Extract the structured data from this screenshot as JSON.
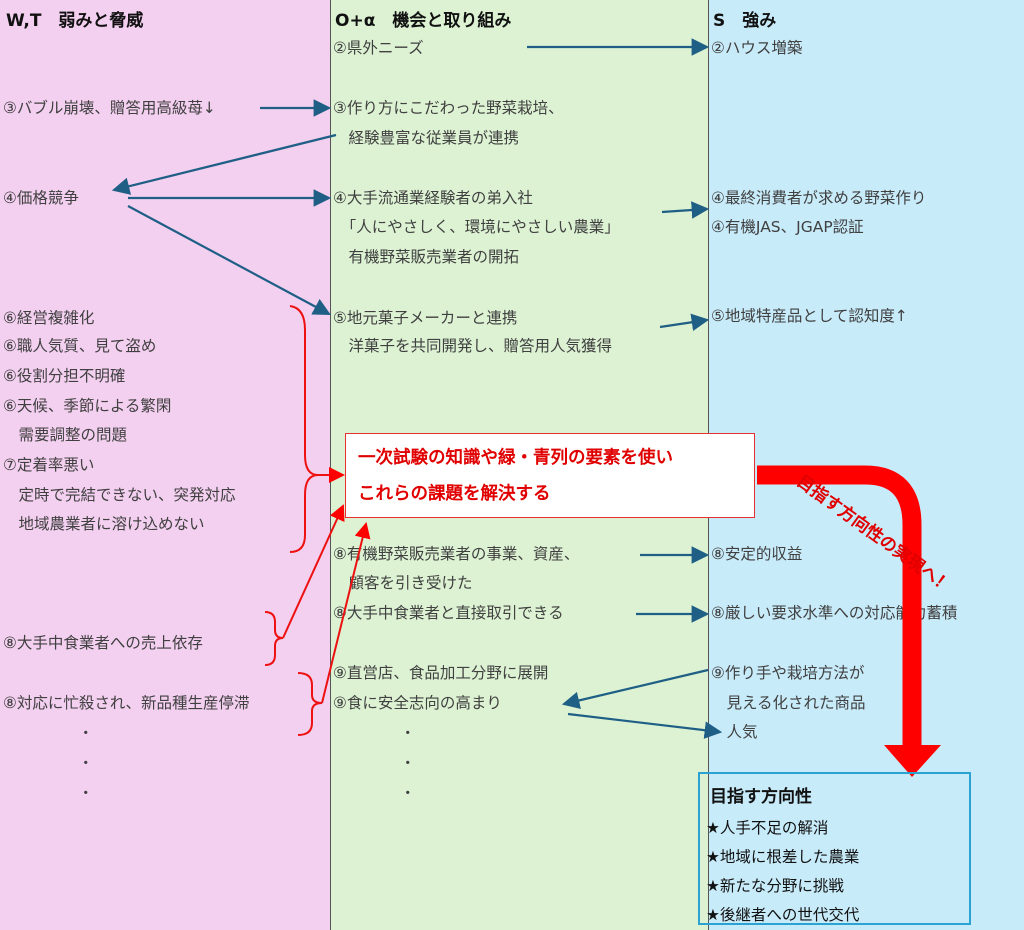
{
  "columns": {
    "wt": {
      "title": "W,T　弱みと脅威",
      "color": "#f3cff0"
    },
    "o": {
      "title": "O+α　機会と取り組み",
      "color": "#dcf2d3"
    },
    "s": {
      "title": "S　強み",
      "color": "#c8ebfa"
    }
  },
  "wt_items": [
    "③バブル崩壊、贈答用高級苺↓",
    "④価格競争",
    "⑥経営複雑化",
    "⑥職人気質、見て盗め",
    "⑥役割分担不明確",
    "⑥天候、季節による繁閑",
    "　需要調整の問題",
    "⑦定着率悪い",
    "　定時で完結できない、突発対応",
    "　地域農業者に溶け込めない",
    "⑧大手中食業者への売上依存",
    "⑧対応に忙殺され、新品種生産停滞",
    "・",
    "・",
    "・"
  ],
  "o_items": [
    "②県外ニーズ",
    "③作り方にこだわった野菜栽培、",
    "　経験豊富な従業員が連携",
    "④大手流通業経験者の弟入社",
    "　「人にやさしく、環境にやさしい農業」",
    "　有機野菜販売業者の開拓",
    "⑤地元菓子メーカーと連携",
    "　洋菓子を共同開発し、贈答用人気獲得",
    "⑧有機野菜販売業者の事業、資産、",
    "　顧客を引き受けた",
    "⑧大手中食業者と直接取引できる",
    "⑨直営店、食品加工分野に展開",
    "⑨食に安全志向の高まり",
    "・",
    "・",
    "・"
  ],
  "s_items": [
    "②ハウス増築",
    "④最終消費者が求める野菜作り",
    "④有機JAS、JGAP認証",
    "⑤地域特産品として認知度↑",
    "⑧安定的収益",
    "⑧厳しい要求水準への対応能力蓄積",
    "⑨作り手や栽培方法が",
    "　見える化された商品",
    "　人気"
  ],
  "solution_box": {
    "line1": "一次試験の知識や緑・青列の要素を使い",
    "line2": "これらの課題を解決する"
  },
  "slogan": "目指す方向性の実現へ！",
  "goal": {
    "title": "目指す方向性",
    "items": [
      "★人手不足の解消",
      "★地域に根差した農業",
      "★新たな分野に挑戦",
      "★後継者への世代交代"
    ]
  },
  "colors": {
    "arrow_blue": "#1f5f86",
    "arrow_red": "#ff0000",
    "goal_border": "#2aa3d2"
  }
}
